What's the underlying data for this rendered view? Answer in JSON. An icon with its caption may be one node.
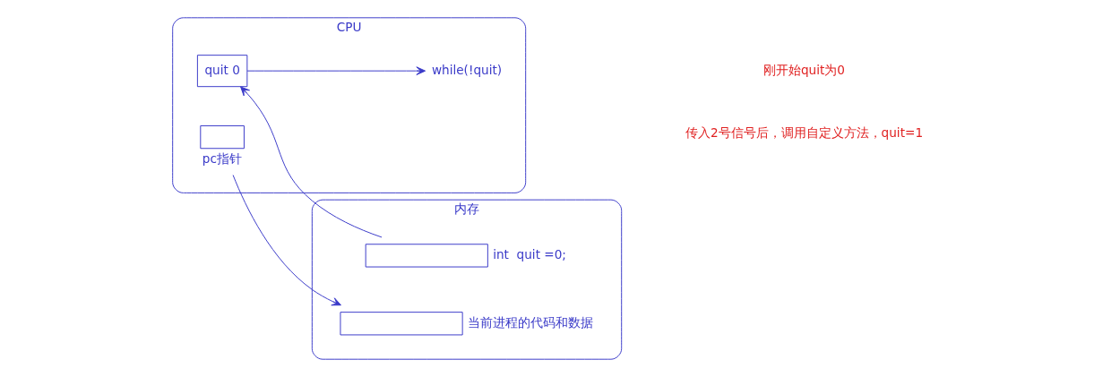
{
  "diagram": {
    "nodes": [
      {
        "text": [
          "CPU"
        ]
      },
      {
        "text": [
          "quit 0"
        ],
        "in": 0
      },
      {
        "text": [
          "while(!quit)"
        ],
        "in": 0
      },
      {
        "text": [],
        "shape": "box",
        "beside": [
          "pc指针"
        ],
        "in": 0
      },
      {
        "text": [
          "内存"
        ]
      },
      {
        "text": [],
        "shape": "box",
        "beside": [
          "int  quit =0;"
        ],
        "in": 4
      },
      {
        "text": [],
        "shape": "box",
        "beside": [
          "当前进程的代码和数据"
        ],
        "in": 4
      }
    ],
    "edges": [
      {
        "from": 5,
        "to": 1,
        "arrow": "to"
      },
      {
        "from": 1,
        "to": 2,
        "arrow": "to"
      },
      {
        "from": 3,
        "to": 6,
        "arrow": "to"
      }
    ],
    "labels": [
      "刚开始quit为0",
      "传入2号信号后，调用自定义方法，quit=1"
    ]
  }
}
